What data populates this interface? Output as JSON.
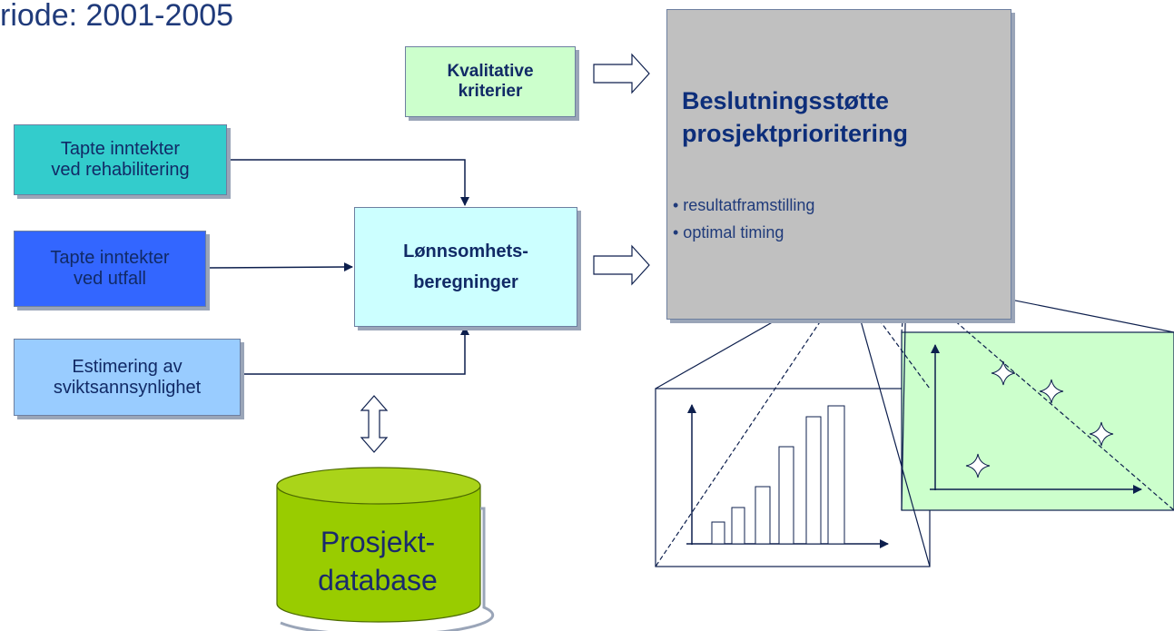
{
  "title": "riode: 2001-2005",
  "boxes": {
    "kvalitative": "Kvalitative\nkriterier",
    "tapte_rehab": "Tapte inntekter\nved rehabilitering",
    "tapte_utfall": "Tapte inntekter\nved utfall",
    "estimering": "Estimering av\nsviktsannsynlighet",
    "lonnsomhet": "Lønnsomhets-\nberegninger"
  },
  "decision": {
    "heading": "Beslutningsstøtte\nprosjektprioritering",
    "bullets": [
      "• resultatframstilling",
      "• optimal timing"
    ]
  },
  "database": {
    "label": "Prosjekt-\ndatabase"
  },
  "colors": {
    "text": "#112a66",
    "kvalitative": "#ccffcc",
    "tapte_rehab": "#33cccc",
    "tapte_utfall": "#3366ff",
    "estimering": "#99ccff",
    "lonnsomhet": "#ccffff",
    "decision": "#c0c0c0",
    "database": "#99cc00",
    "scatter_panel": "#ccffcc"
  },
  "icons": [
    "block-arrow-right-icon",
    "double-arrow-vertical-icon",
    "cylinder-icon",
    "four-point-star-icon"
  ]
}
